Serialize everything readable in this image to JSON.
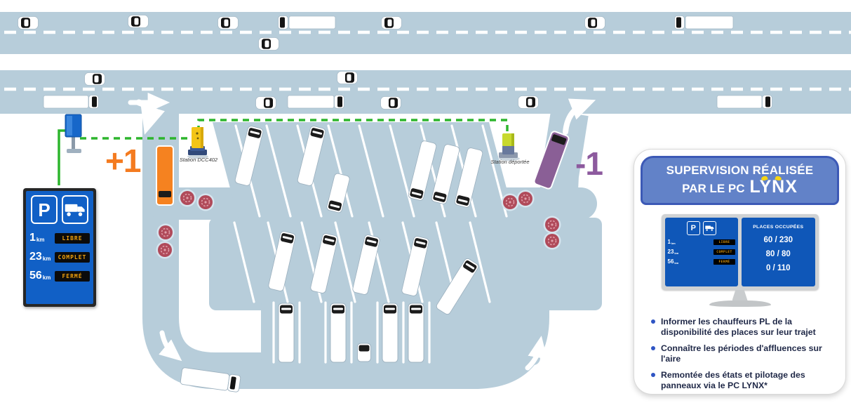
{
  "counters": {
    "entry": "+1",
    "exit": "-1"
  },
  "stations": {
    "entry": "Station DCC402",
    "exit": "Station déportée"
  },
  "sign": {
    "parking_symbol": "P",
    "rows": [
      {
        "distance": "1",
        "unit": "km",
        "status": "LIBRE"
      },
      {
        "distance": "23",
        "unit": "km",
        "status": "COMPLET"
      },
      {
        "distance": "56",
        "unit": "km",
        "status": "FERMÉ"
      }
    ]
  },
  "card": {
    "title_line1": "SUPERVISION RÉALISÉE",
    "title_line2": "PAR LE PC",
    "brand": "LYNX",
    "monitor": {
      "occupancy_header": "PLACES OCCUPÉES",
      "occupancy": [
        "60 / 230",
        "80 / 80",
        "0 / 110"
      ]
    },
    "bullets": [
      "Informer les chauffeurs PL de la disponibilité des places sur leur trajet",
      "Connaître les périodes d'affluences sur l'aire",
      "Remontée des états et pilotage des panneaux via le PC LYNX*"
    ]
  },
  "colors": {
    "road": "#b7cdda",
    "link_green": "#2db52d",
    "entry_orange": "#f58220",
    "exit_purple": "#8a5f96",
    "sign_blue": "#1160c6",
    "led_amber": "#f2a20c",
    "header_blue": "#6282c8",
    "bullet_blue": "#2f55c4"
  }
}
